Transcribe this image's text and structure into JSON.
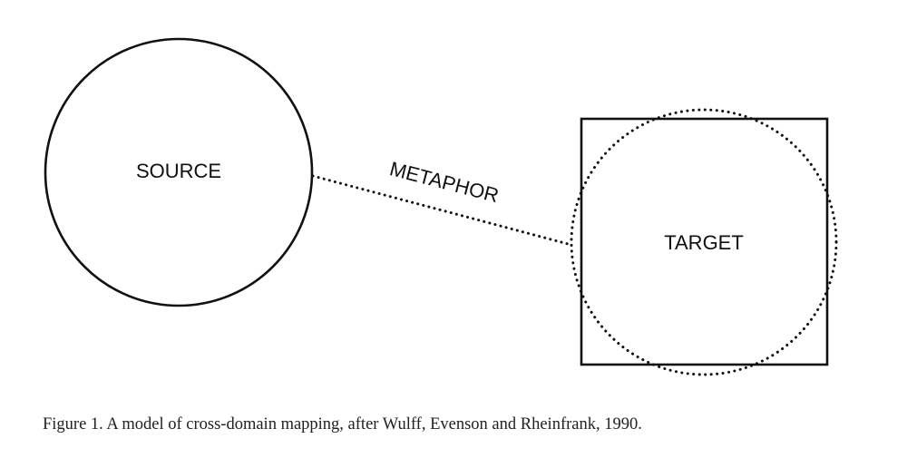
{
  "diagram": {
    "source_label": "SOURCE",
    "target_label": "TARGET",
    "relation_label": "METAPHOR",
    "stroke_color": "#111111"
  },
  "caption": "Figure 1. A model of cross-domain mapping, after Wulff, Evenson and Rheinfrank, 1990."
}
